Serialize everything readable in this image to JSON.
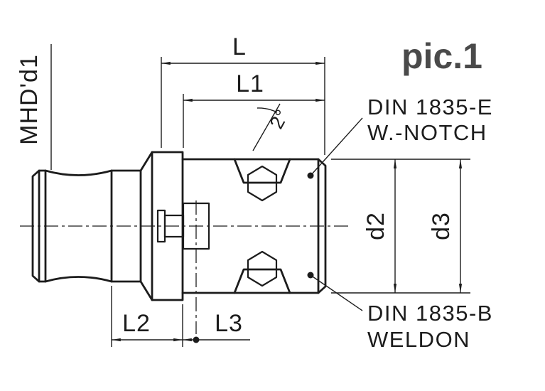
{
  "figure": {
    "caption": "pic.1"
  },
  "labels": {
    "shank_interface": "MHD'd1",
    "dim_L": "L",
    "dim_L1": "L1",
    "dim_L2": "L2",
    "dim_L3": "L3",
    "dim_d2": "d2",
    "dim_d3": "d3",
    "notch_angle": "2°",
    "callout_top_line1": "DIN 1835-E",
    "callout_top_line2": "W.-NOTCH",
    "callout_bottom_line1": "DIN 1835-B",
    "callout_bottom_line2": "WELDON"
  },
  "colors": {
    "line": "#1c1c1c",
    "caption": "#4a4a4a",
    "background": "#ffffff"
  }
}
